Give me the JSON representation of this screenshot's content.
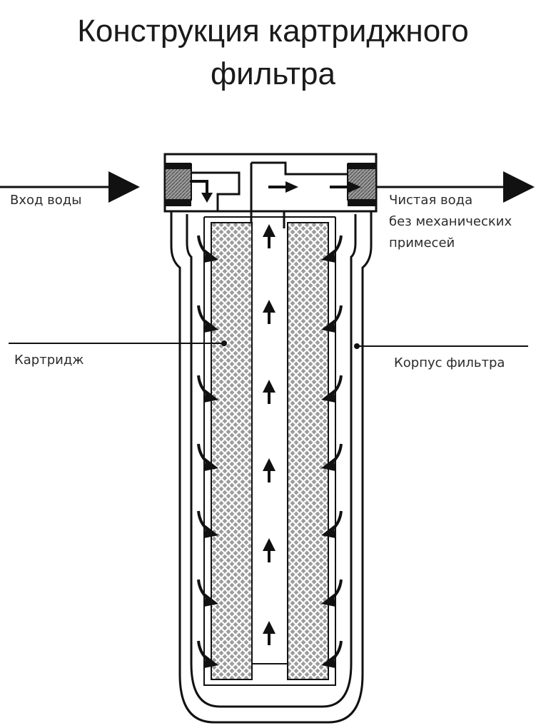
{
  "title": {
    "line1": "Конструкция картриджного",
    "line2": "фильтра"
  },
  "labels": {
    "inlet": "Вход воды",
    "outlet_line1": "Чистая вода",
    "outlet_line2": "без механических",
    "outlet_line3": "примесей",
    "cartridge": "Картридж",
    "housing": "Корпус фильтра"
  },
  "colors": {
    "ink": "#111111",
    "seal_fill": "#9a9a9a",
    "cartridge_fill": "#bdbdbd",
    "background": "#ffffff"
  }
}
